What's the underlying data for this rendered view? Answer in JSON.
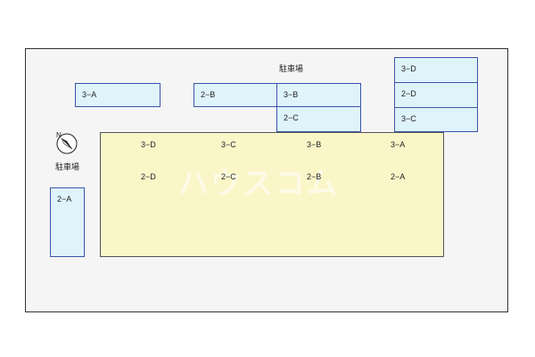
{
  "parking_label_top": "駐車場",
  "parking_label_left": "駐車場",
  "compass_letter": "N",
  "watermark": "ハウスコム",
  "slots": {
    "s1": "3−A",
    "s2": "2−B",
    "s3": "3−B",
    "s4": "2−C",
    "s5": "3−D",
    "s6": "2−D",
    "s7": "3−C",
    "s8": "2−A"
  },
  "units": {
    "u1": "3−D",
    "u2": "3−C",
    "u3": "3−B",
    "u4": "3−A",
    "u5": "2−D",
    "u6": "2−C",
    "u7": "2−B",
    "u8": "2−A"
  },
  "colors": {
    "slot_fill": "#dff3fb",
    "slot_border": "#3b55a8",
    "building_fill": "#fbf6c8",
    "site_fill": "#f5f5f5"
  }
}
